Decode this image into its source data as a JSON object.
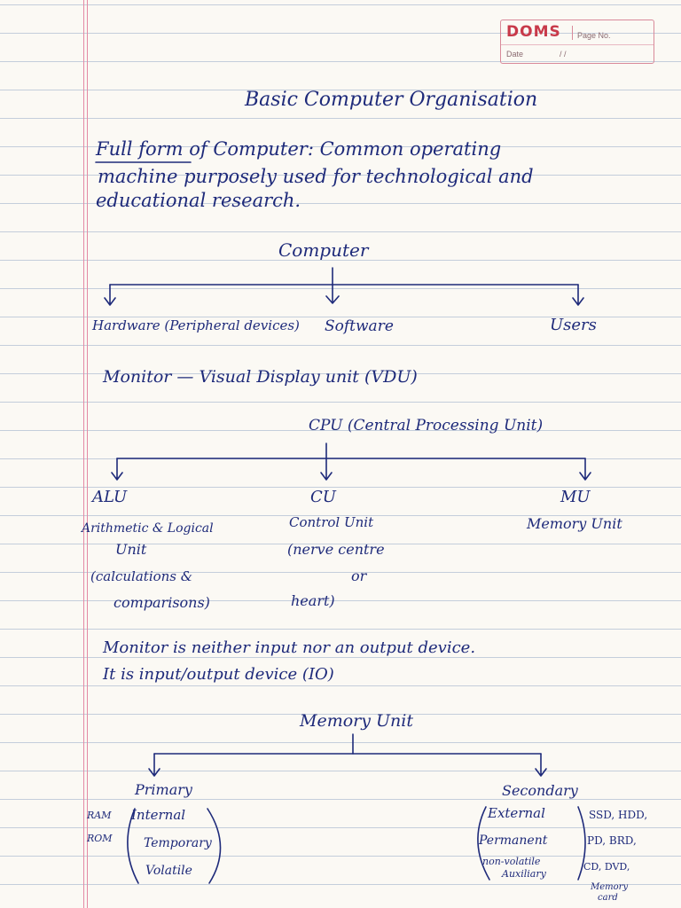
{
  "notebook": {
    "brand": "DOMS",
    "page_no_label": "Page No.",
    "date_label": "Date",
    "date_slashes": "/        /"
  },
  "title": "Basic Computer Organisation",
  "full_form": {
    "line1": "Full form of Computer: Common operating",
    "line2": "machine purposely used for technological and",
    "line3": "educational research."
  },
  "computer_tree": {
    "root": "Computer",
    "children": [
      "Hardware (Peripheral devices)",
      "Software",
      "Users"
    ]
  },
  "monitor_line": "Monitor — Visual Display unit (VDU)",
  "cpu_tree": {
    "root": "CPU (Central Processing Unit)",
    "alu": {
      "abbr": "ALU",
      "l1": "Arithmetic & Logical",
      "l2": "Unit",
      "l3": "(calculations &",
      "l4": "comparisons)"
    },
    "cu": {
      "abbr": "CU",
      "l1": "Control Unit",
      "l2": "(nerve centre",
      "l3": "or",
      "l4": "heart)"
    },
    "mu": {
      "abbr": "MU",
      "l1": "Memory Unit"
    }
  },
  "io_note": {
    "line1": "Monitor is neither input nor an output device.",
    "line2": "It is input/output device (IO)"
  },
  "memory_tree": {
    "root": "Memory Unit",
    "primary": {
      "label": "Primary",
      "ram": "RAM",
      "rom": "ROM",
      "items": [
        "Internal",
        "Temporary",
        "Volatile"
      ]
    },
    "secondary": {
      "label": "Secondary",
      "items": [
        "External",
        "Permanent",
        "non-volatile",
        "Auxiliary"
      ],
      "examples": [
        "SSD, HDD,",
        "PD, BRD,",
        "CD, DVD,",
        "Memory",
        "card"
      ]
    }
  },
  "colors": {
    "ink": "#1e2a7a",
    "ruling": "#c4cedb",
    "margin": "#e48aa5",
    "paper": "#fbf9f4"
  }
}
